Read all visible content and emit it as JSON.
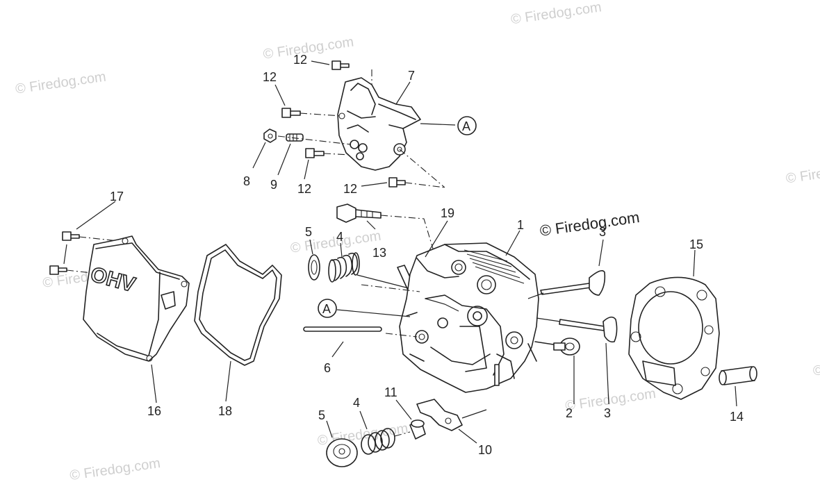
{
  "watermark": {
    "text": "© Firedog.com"
  },
  "copyright": {
    "text": "© Firedog.com"
  },
  "cover_lettering": "OHV",
  "callouts": {
    "c1": "1",
    "c2": "2",
    "c3a": "3",
    "c3b": "3",
    "c4a": "4",
    "c4b": "4",
    "c5a": "5",
    "c5b": "5",
    "c6": "6",
    "c7": "7",
    "c8": "8",
    "c9": "9",
    "c10": "10",
    "c11": "11",
    "c12a": "12",
    "c12b": "12",
    "c12c": "12",
    "c12d": "12",
    "c13": "13",
    "c14": "14",
    "c15": "15",
    "c16": "16",
    "c17": "17",
    "c18": "18",
    "c19": "19",
    "refA1": "A",
    "refA2": "A"
  }
}
